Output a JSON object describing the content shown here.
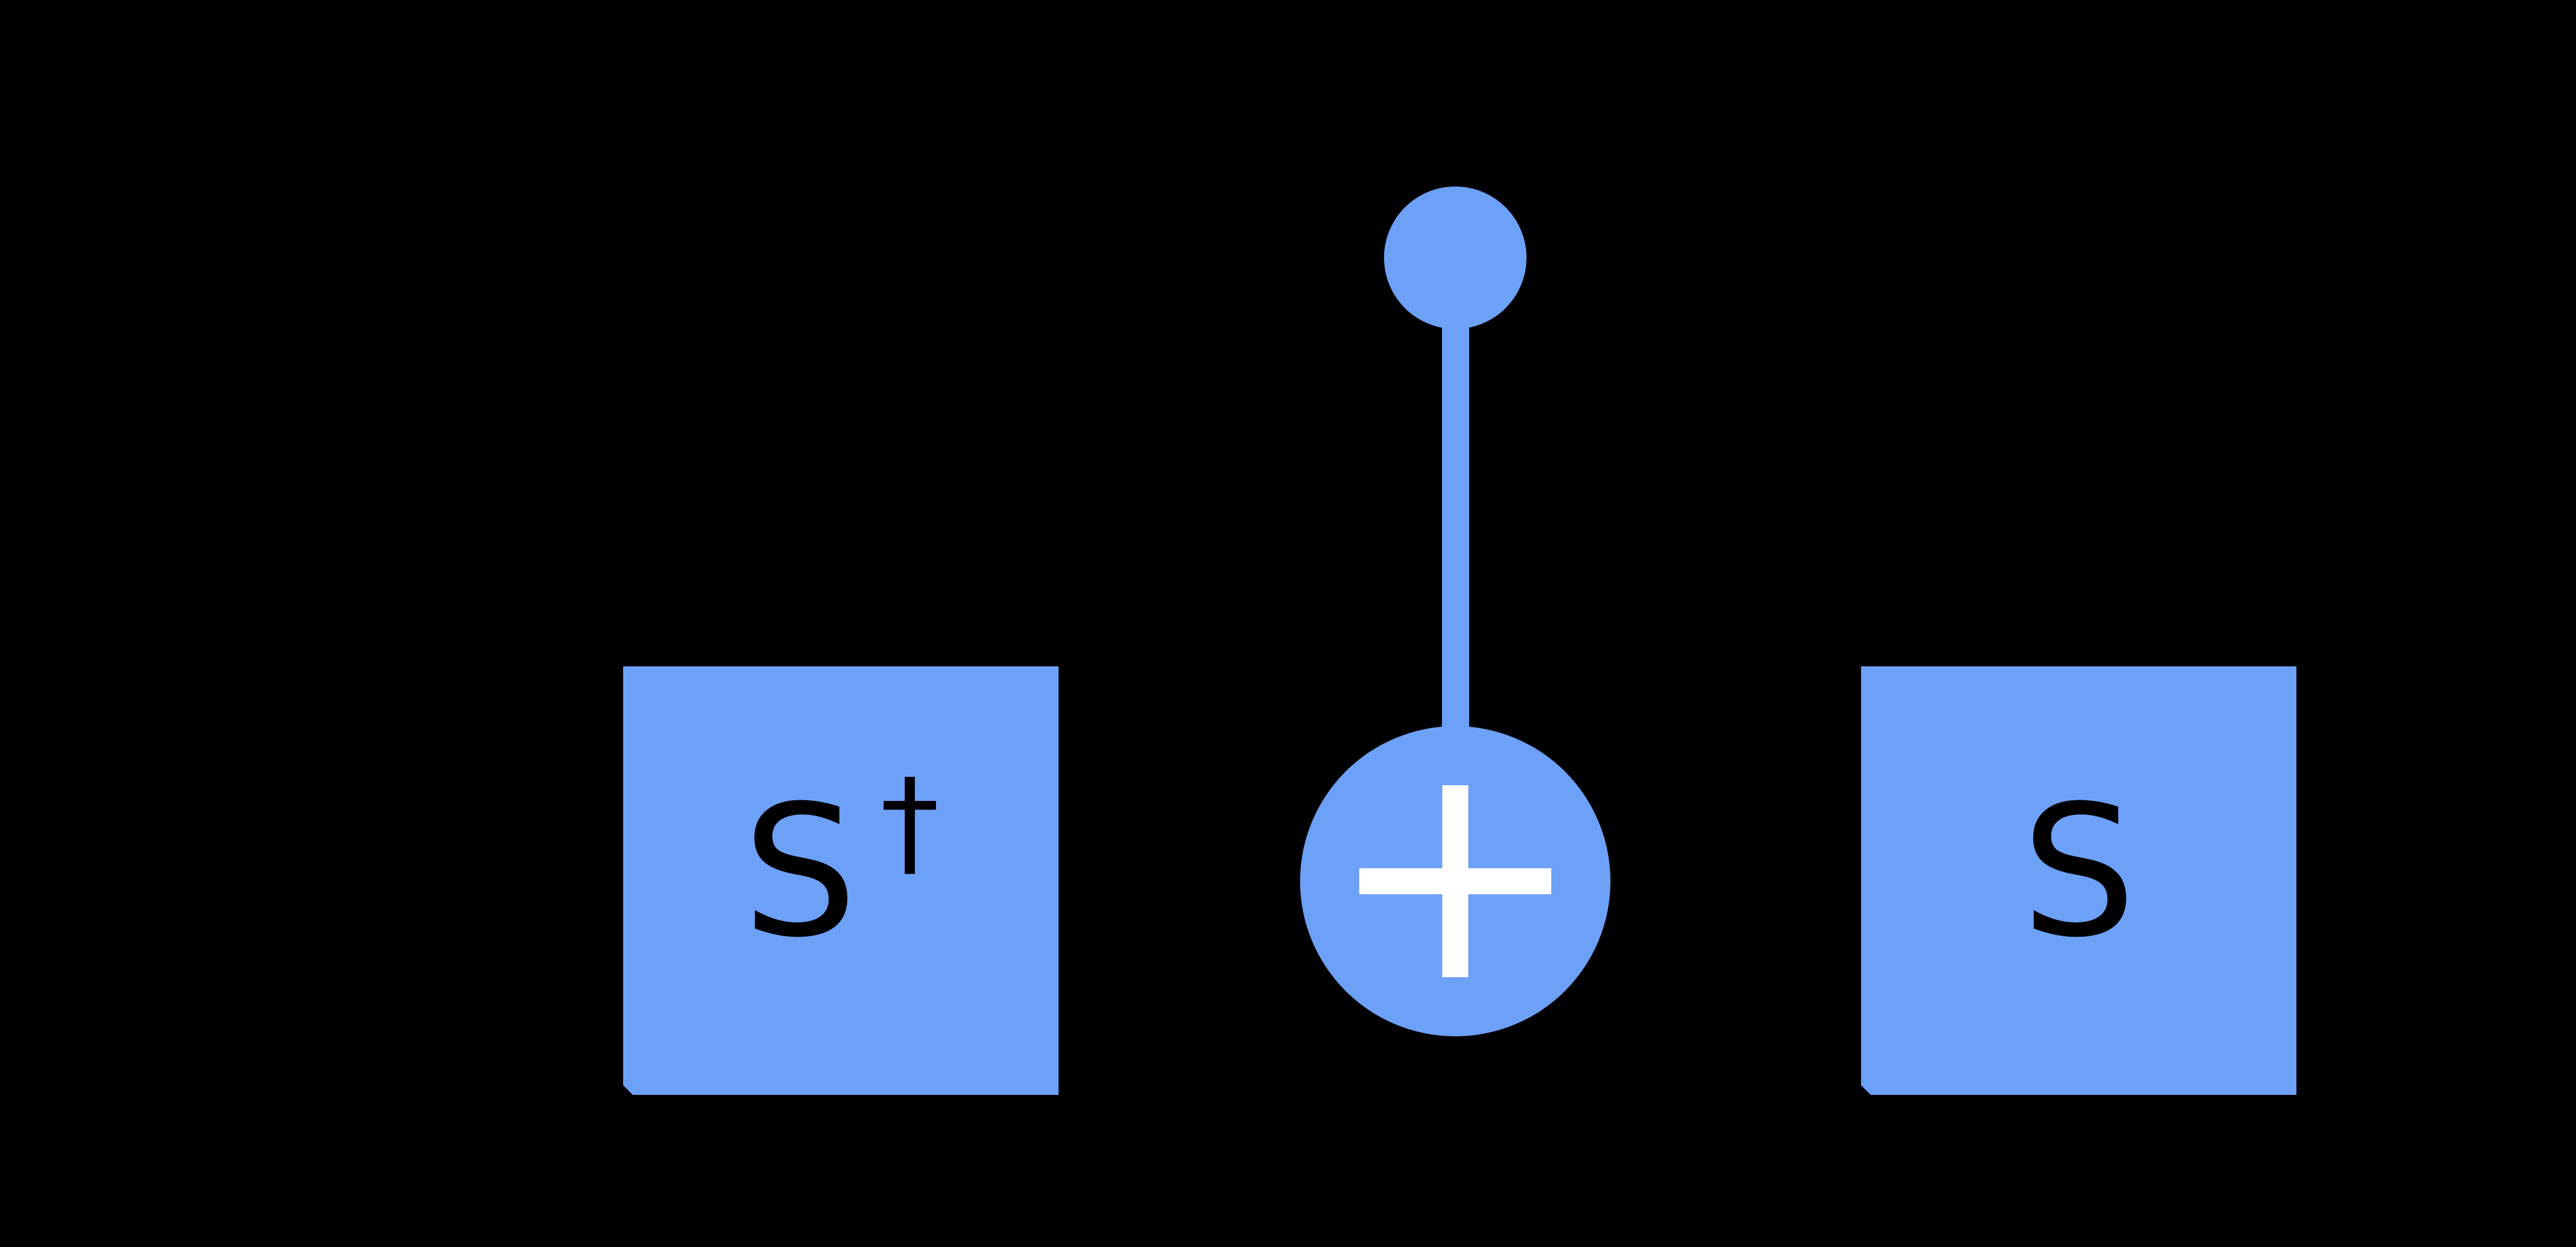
{
  "diagram": {
    "kind": "quantum-circuit-fragment",
    "background_color": "#000000",
    "colors": {
      "gate_fill": "#6da1f8",
      "gate_text": "#000000",
      "target_plus": "#ffffff"
    },
    "gates": {
      "s_dagger": {
        "base": "S",
        "sup": "†"
      },
      "s": {
        "base": "S",
        "sup": ""
      }
    },
    "icons": {
      "control": "filled-circle-icon",
      "target": "circle-plus-icon",
      "connector": "vertical-line"
    }
  }
}
